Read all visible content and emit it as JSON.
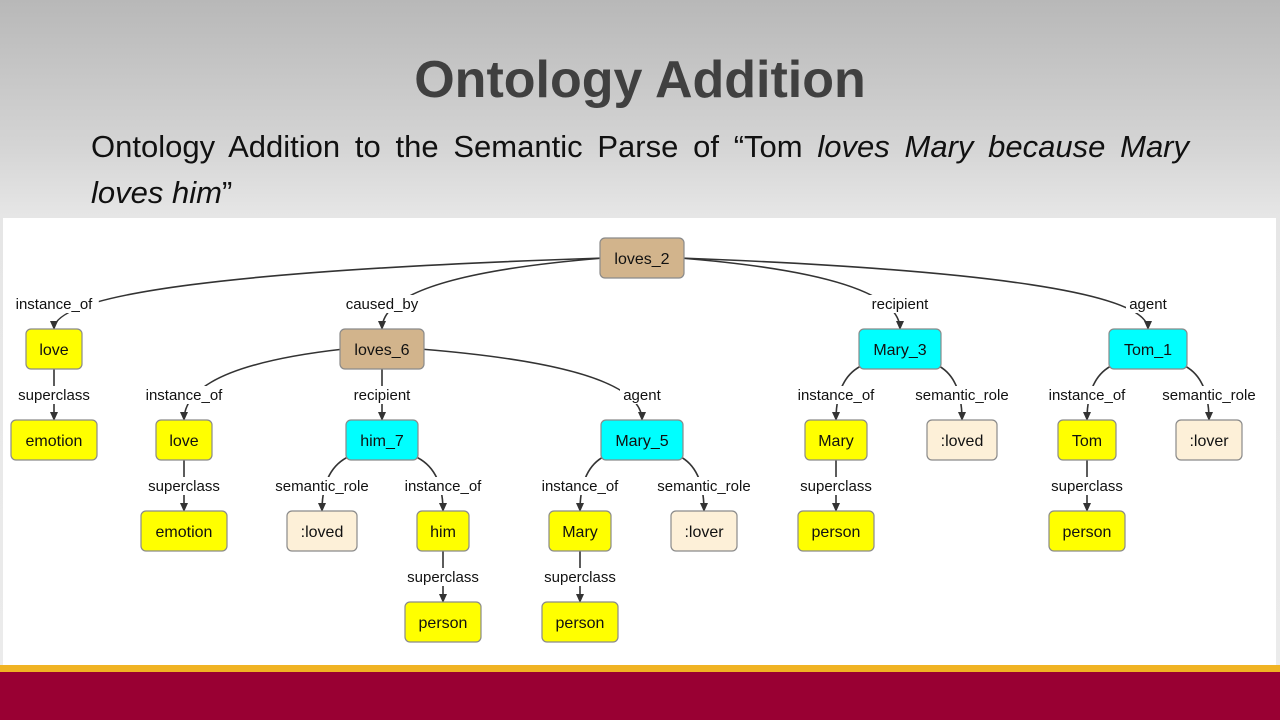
{
  "slide": {
    "title": "Ontology Addition",
    "subtitle_prefix": "Ontology Addition to the Semantic Parse of “Tom ",
    "subtitle_italic": "loves Mary because Mary loves him",
    "subtitle_suffix": "”"
  },
  "diagram": {
    "colors": {
      "event": "#d2b48c",
      "entity": "#00ffff",
      "concept": "#ffff00",
      "role": "#fdf0d8",
      "edge": "#333333"
    },
    "nodes": [
      {
        "id": "loves_2",
        "label": "loves_2",
        "kind": "event"
      },
      {
        "id": "love_a",
        "label": "love",
        "kind": "concept"
      },
      {
        "id": "emotion_a",
        "label": "emotion",
        "kind": "concept"
      },
      {
        "id": "loves_6",
        "label": "loves_6",
        "kind": "event"
      },
      {
        "id": "love_b",
        "label": "love",
        "kind": "concept"
      },
      {
        "id": "emotion_b",
        "label": "emotion",
        "kind": "concept"
      },
      {
        "id": "him_7",
        "label": "him_7",
        "kind": "entity"
      },
      {
        "id": "loved_a",
        "label": ":loved",
        "kind": "role"
      },
      {
        "id": "him",
        "label": "him",
        "kind": "concept"
      },
      {
        "id": "person_a",
        "label": "person",
        "kind": "concept"
      },
      {
        "id": "mary_5",
        "label": "Mary_5",
        "kind": "entity"
      },
      {
        "id": "mary_a",
        "label": "Mary",
        "kind": "concept"
      },
      {
        "id": "person_b",
        "label": "person",
        "kind": "concept"
      },
      {
        "id": "lover_a",
        "label": ":lover",
        "kind": "role"
      },
      {
        "id": "mary_3",
        "label": "Mary_3",
        "kind": "entity"
      },
      {
        "id": "mary_b",
        "label": "Mary",
        "kind": "concept"
      },
      {
        "id": "person_c",
        "label": "person",
        "kind": "concept"
      },
      {
        "id": "loved_b",
        "label": ":loved",
        "kind": "role"
      },
      {
        "id": "tom_1",
        "label": "Tom_1",
        "kind": "entity"
      },
      {
        "id": "tom",
        "label": "Tom",
        "kind": "concept"
      },
      {
        "id": "person_d",
        "label": "person",
        "kind": "concept"
      },
      {
        "id": "lover_b",
        "label": ":lover",
        "kind": "role"
      }
    ],
    "edges": [
      {
        "from": "loves_2",
        "to": "love_a",
        "label": "instance_of"
      },
      {
        "from": "love_a",
        "to": "emotion_a",
        "label": "superclass"
      },
      {
        "from": "loves_2",
        "to": "loves_6",
        "label": "caused_by"
      },
      {
        "from": "loves_6",
        "to": "love_b",
        "label": "instance_of"
      },
      {
        "from": "love_b",
        "to": "emotion_b",
        "label": "superclass"
      },
      {
        "from": "loves_6",
        "to": "him_7",
        "label": "recipient"
      },
      {
        "from": "him_7",
        "to": "loved_a",
        "label": "semantic_role"
      },
      {
        "from": "him_7",
        "to": "him",
        "label": "instance_of"
      },
      {
        "from": "him",
        "to": "person_a",
        "label": "superclass"
      },
      {
        "from": "loves_6",
        "to": "mary_5",
        "label": "agent"
      },
      {
        "from": "mary_5",
        "to": "mary_a",
        "label": "instance_of"
      },
      {
        "from": "mary_a",
        "to": "person_b",
        "label": "superclass"
      },
      {
        "from": "mary_5",
        "to": "lover_a",
        "label": "semantic_role"
      },
      {
        "from": "loves_2",
        "to": "mary_3",
        "label": "recipient"
      },
      {
        "from": "mary_3",
        "to": "mary_b",
        "label": "instance_of"
      },
      {
        "from": "mary_b",
        "to": "person_c",
        "label": "superclass"
      },
      {
        "from": "mary_3",
        "to": "loved_b",
        "label": "semantic_role"
      },
      {
        "from": "loves_2",
        "to": "tom_1",
        "label": "agent"
      },
      {
        "from": "tom_1",
        "to": "tom",
        "label": "instance_of"
      },
      {
        "from": "tom",
        "to": "person_d",
        "label": "superclass"
      },
      {
        "from": "tom_1",
        "to": "lover_b",
        "label": "semantic_role"
      }
    ]
  }
}
